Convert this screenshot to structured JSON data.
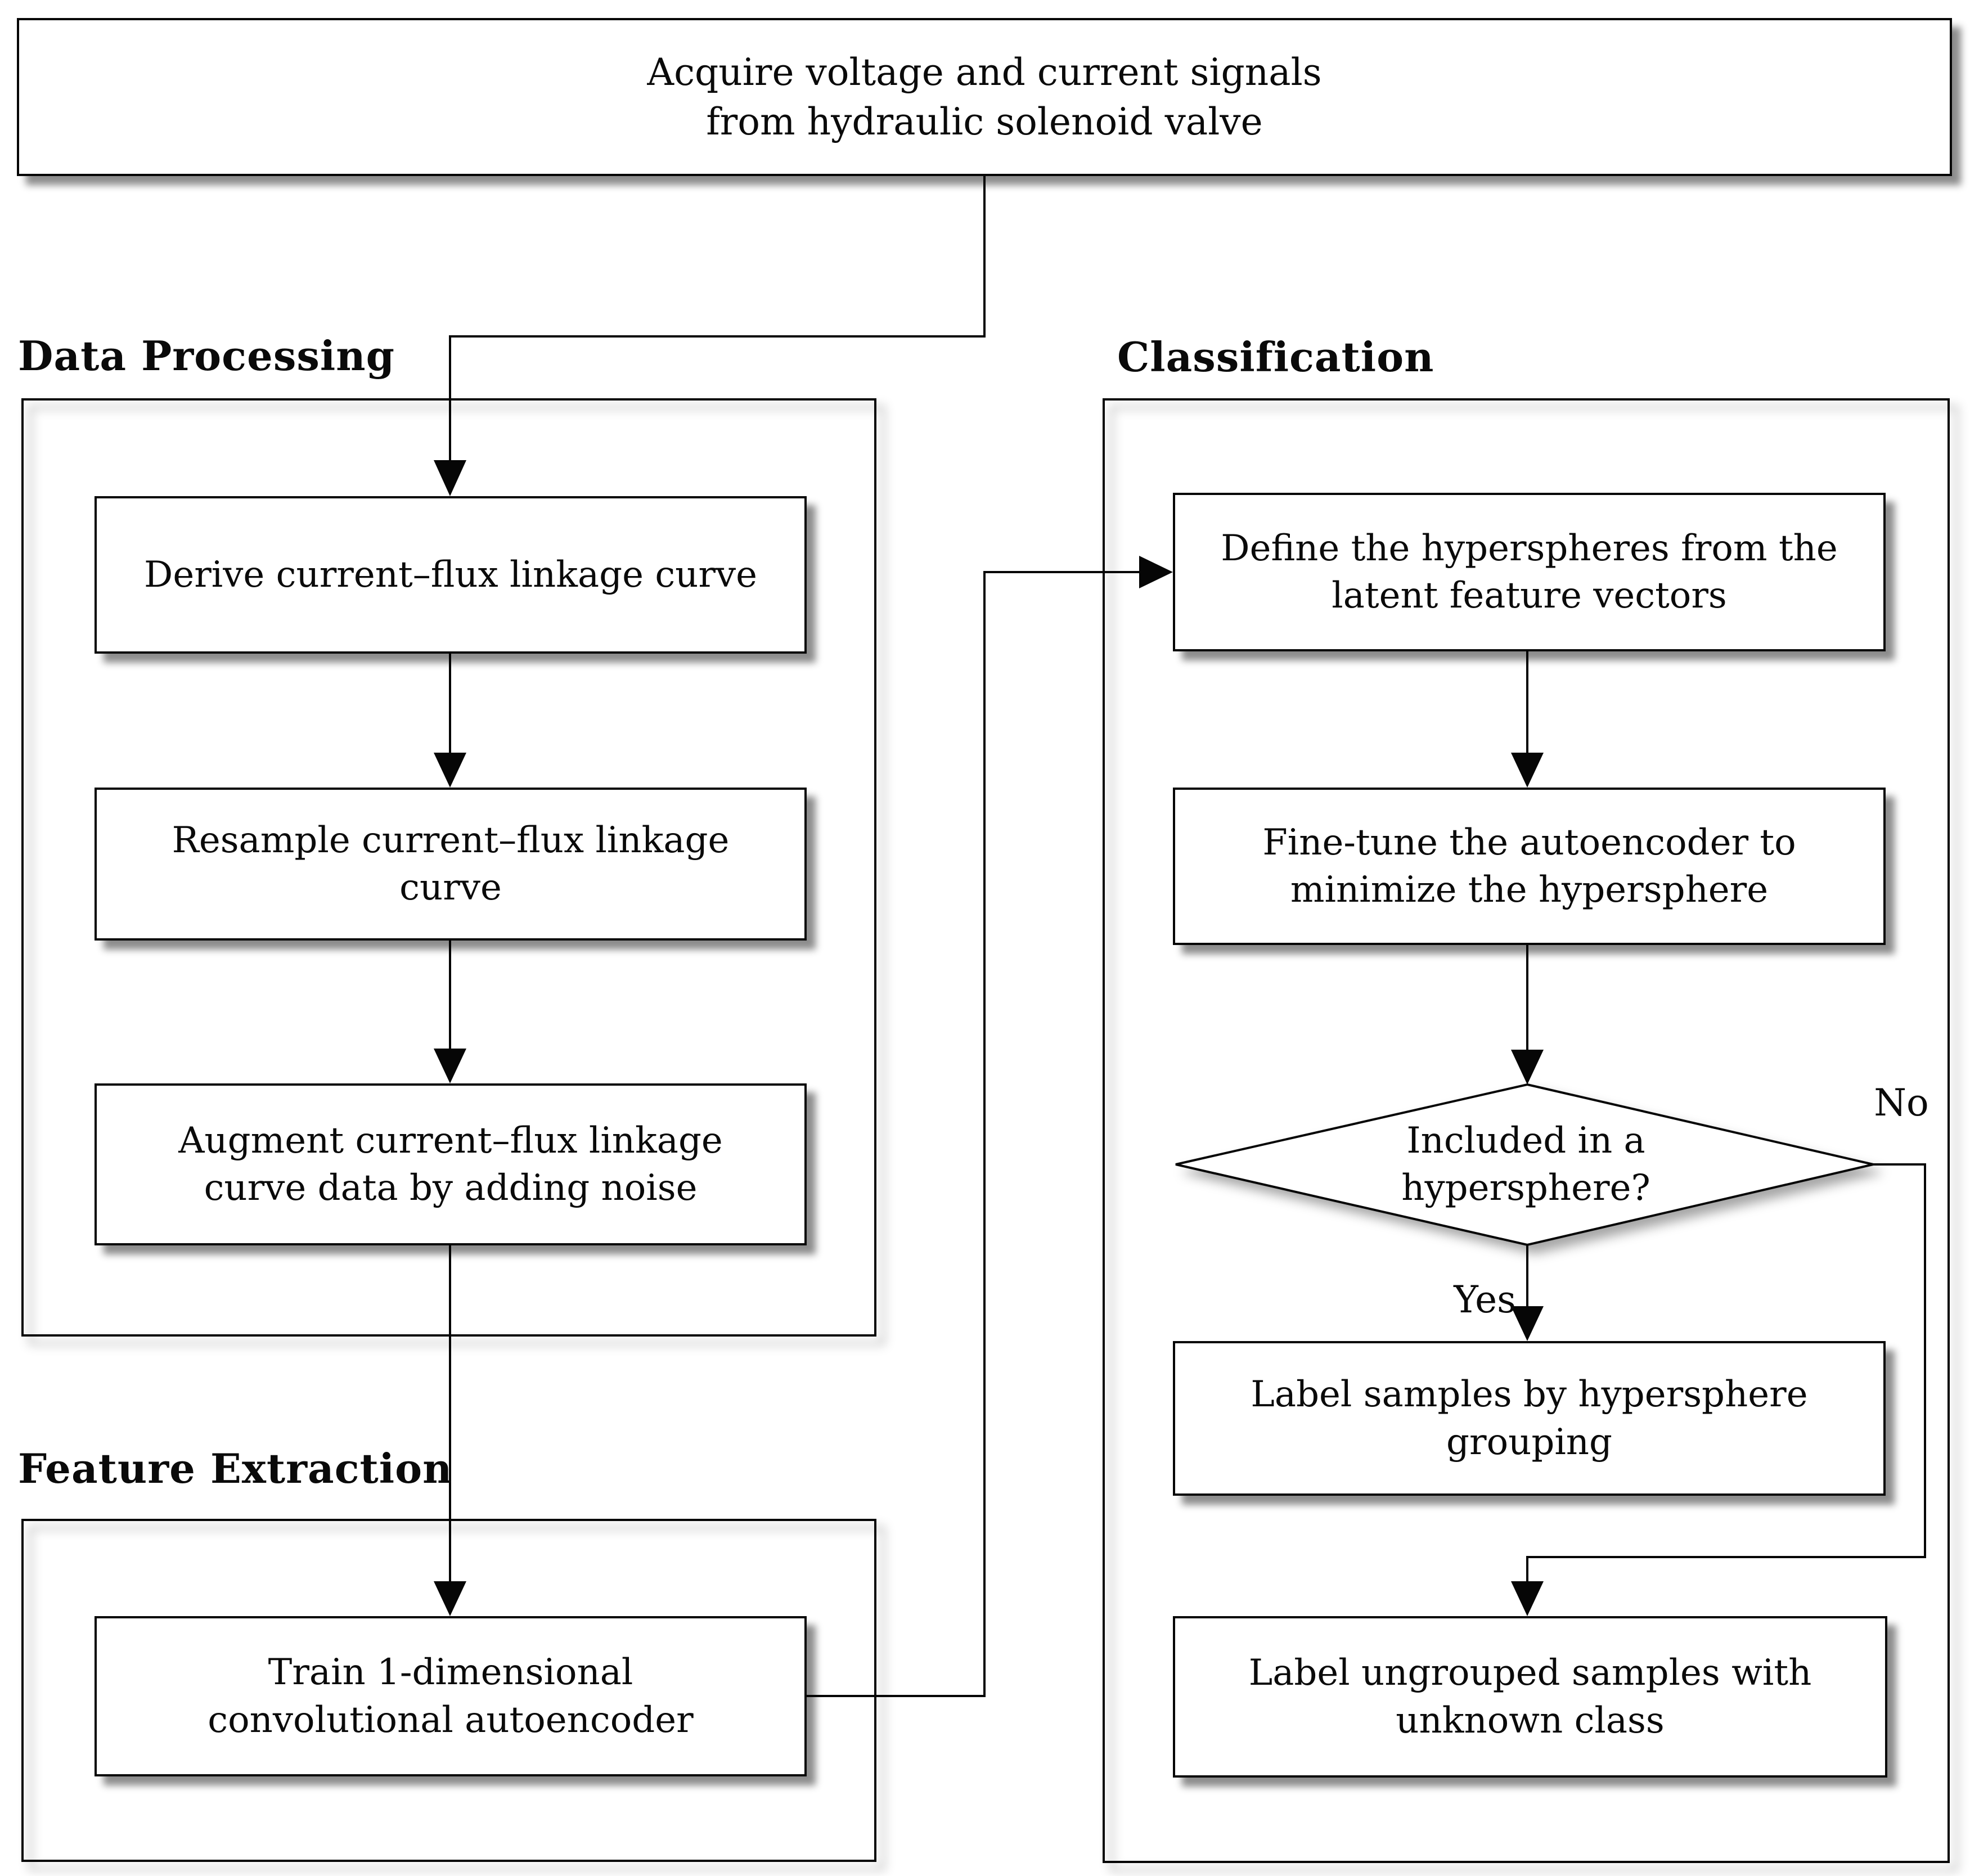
{
  "canvas": {
    "background_color": "#ffffff",
    "ink_color": "#060606"
  },
  "start_node": {
    "label": "Acquire voltage and current signals\nfrom hydraulic solenoid valve"
  },
  "sections": {
    "data_processing": {
      "heading": "Data Processing"
    },
    "feature_extraction": {
      "heading": "Feature Extraction"
    },
    "classification": {
      "heading": "Classification"
    }
  },
  "nodes": {
    "derive": {
      "label": "Derive current–flux linkage curve"
    },
    "resample": {
      "label": "Resample current–flux linkage\ncurve"
    },
    "augment": {
      "label": "Augment current–flux linkage\ncurve data by adding noise"
    },
    "train": {
      "label": "Train 1-dimensional\nconvolutional autoencoder"
    },
    "define": {
      "label": "Define the hyperspheres from the\nlatent feature vectors"
    },
    "finetune": {
      "label": "Fine-tune the autoencoder to\nminimize the hypersphere"
    },
    "decision": {
      "label": "Included in a\nhypersphere?"
    },
    "label_grouped": {
      "label": "Label samples by hypersphere\ngrouping"
    },
    "label_ungrouped": {
      "label": "Label ungrouped samples with\nunknown class"
    }
  },
  "edge_labels": {
    "yes": "Yes",
    "no": "No"
  }
}
